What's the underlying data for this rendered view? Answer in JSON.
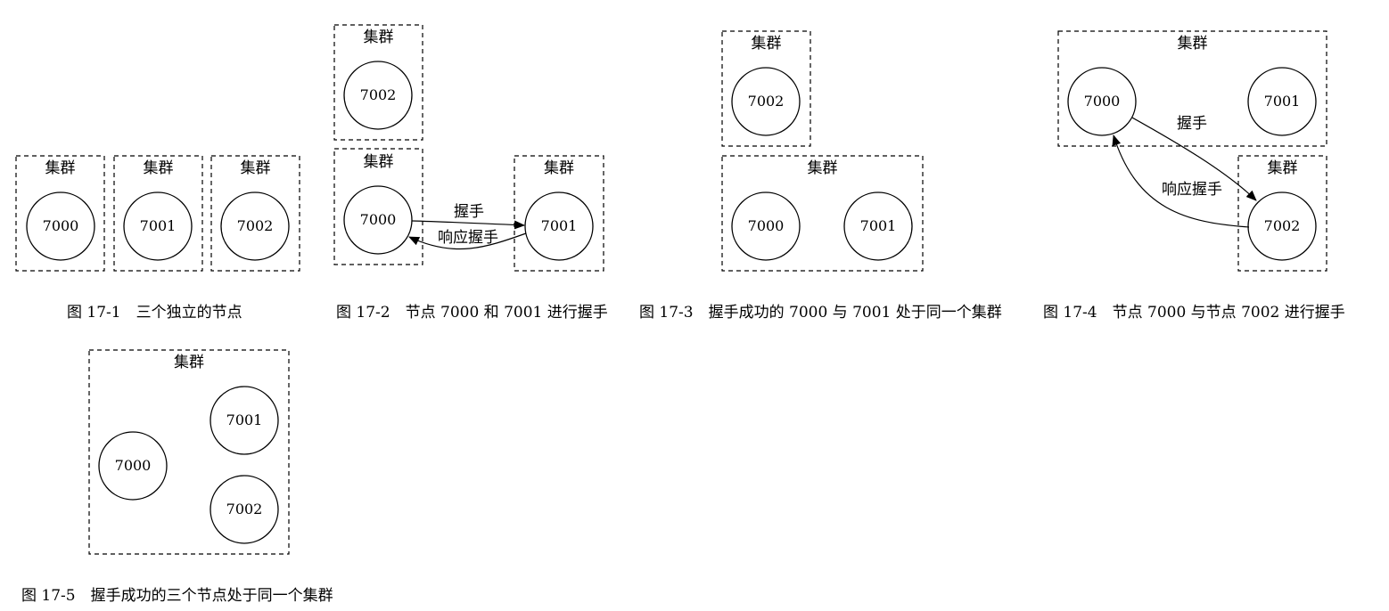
{
  "figures": {
    "f1": {
      "caption": "图 17-1　三个独立的节点",
      "c1": "集群",
      "c2": "集群",
      "c3": "集群",
      "n1": "7000",
      "n2": "7001",
      "n3": "7002"
    },
    "f2": {
      "caption": "图 17-2　节点 7000 和 7001 进行握手",
      "c1": "集群",
      "c2": "集群",
      "c3": "集群",
      "n7002": "7002",
      "n7000": "7000",
      "n7001": "7001",
      "e1": "握手",
      "e2": "响应握手"
    },
    "f3": {
      "caption": "图 17-3　握手成功的 7000 与 7001 处于同一个集群",
      "c1": "集群",
      "c2": "集群",
      "n7002": "7002",
      "n7000": "7000",
      "n7001": "7001"
    },
    "f4": {
      "caption": "图 17-4　节点 7000 与节点 7002 进行握手",
      "c1": "集群",
      "c2": "集群",
      "n7000": "7000",
      "n7001": "7001",
      "n7002": "7002",
      "e1": "握手",
      "e2": "响应握手"
    },
    "f5": {
      "caption": "图 17-5　握手成功的三个节点处于同一个集群",
      "c1": "集群",
      "n7000": "7000",
      "n7001": "7001",
      "n7002": "7002"
    }
  }
}
